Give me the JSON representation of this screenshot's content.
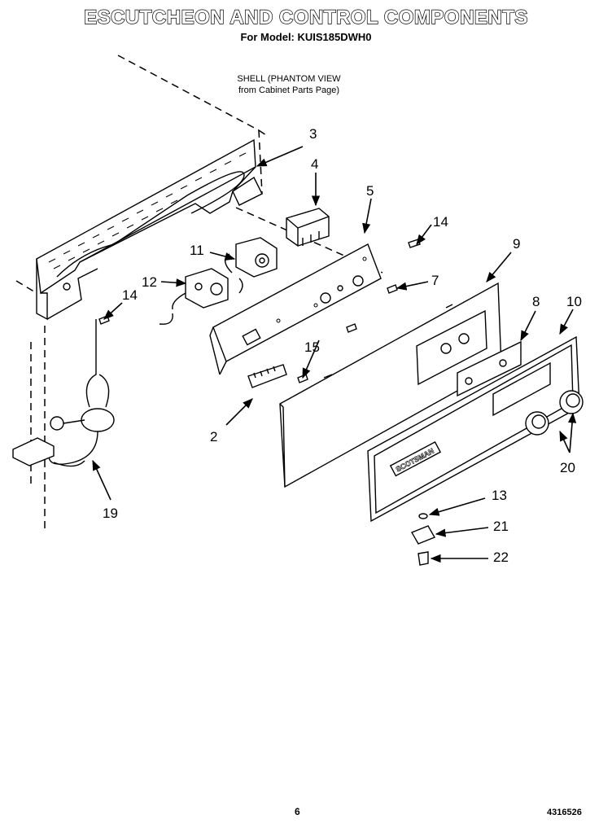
{
  "header": {
    "title": "ESCUTCHEON AND CONTROL COMPONENTS",
    "model_line": "For Model: KUIS185DWH0"
  },
  "note": {
    "line1": "SHELL (PHANTOM VIEW",
    "line2": "from Cabinet Parts Page)"
  },
  "callouts": {
    "c2": "2",
    "c3": "3",
    "c4": "4",
    "c5": "5",
    "c7": "7",
    "c8": "8",
    "c9": "9",
    "c10": "10",
    "c11": "11",
    "c12": "12",
    "c13": "13",
    "c14a": "14",
    "c14b": "14",
    "c15": "15",
    "c19": "19",
    "c20": "20",
    "c21": "21",
    "c22": "22"
  },
  "logo": {
    "text": "SCOTSMAN"
  },
  "footer": {
    "page_number": "6",
    "doc_number": "4316526"
  }
}
